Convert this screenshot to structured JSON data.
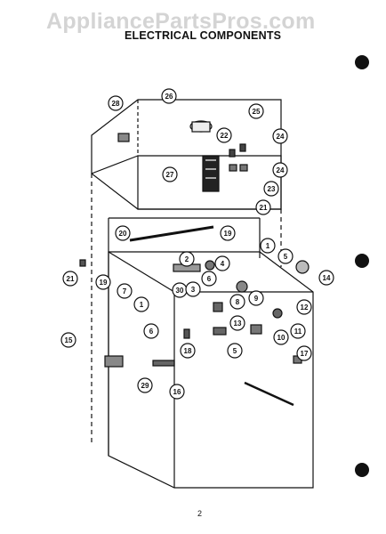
{
  "watermark": "AppliancePartsPros.com",
  "title": "ELECTRICAL COMPONENTS",
  "page_number": "2",
  "callout_numbers": [
    "26",
    "28",
    "25",
    "22",
    "24",
    "27",
    "24",
    "23",
    "21",
    "20",
    "19",
    "21",
    "1",
    "5",
    "2",
    "4",
    "14",
    "19",
    "7",
    "1",
    "30",
    "3",
    "6",
    "9",
    "8",
    "13",
    "12",
    "11",
    "10",
    "5",
    "6",
    "18",
    "15",
    "17",
    "29",
    "16"
  ]
}
